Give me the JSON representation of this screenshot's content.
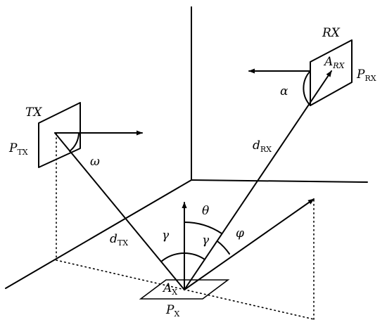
{
  "labels": {
    "tx": "TX",
    "rx": "RX",
    "p_tx": {
      "main": "P",
      "sub": "TX"
    },
    "p_rx": {
      "main": "P",
      "sub": "RX"
    },
    "a_rx": {
      "main": "A",
      "sub": "RX"
    },
    "a_x": {
      "main": "A",
      "sub": "X"
    },
    "p_x": {
      "main": "P",
      "sub": "X"
    },
    "d_tx": {
      "main": "d",
      "sub": "TX"
    },
    "d_rx": {
      "main": "d",
      "sub": "RX"
    },
    "omega": "ω",
    "alpha": "α",
    "gamma_left": "γ",
    "gamma_right": "γ",
    "theta": "θ",
    "phi": "φ"
  }
}
